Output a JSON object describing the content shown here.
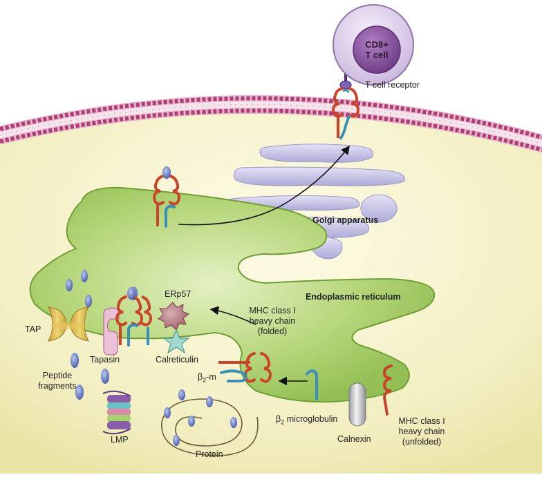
{
  "diagram": {
    "tcell": {
      "line1": "CD8+",
      "line2": "T cell"
    },
    "labels": {
      "tcell_receptor": "T cell receptor",
      "golgi": "Golgi apparatus",
      "er": "Endoplasmic reticulum",
      "erp57": "ERp57",
      "tap": "TAP",
      "tapasin": "Tapasin",
      "calreticulin": "Calreticulin",
      "peptide_line1": "Peptide",
      "peptide_line2": "fragments",
      "lmp": "LMP",
      "protein": "Protein",
      "b2m_short_base": "β",
      "b2m_short_sub": "2",
      "b2m_short_tail": "-m",
      "b2_base": "β",
      "b2_sub": "2",
      "b2_tail": " microglobulin",
      "calnexin": "Calnexin",
      "mhc_folded": [
        "MHC class I",
        "heavy chain",
        "(folded)"
      ],
      "mhc_unfolded": [
        "MHC class I",
        "heavy chain",
        "(unfolded)"
      ]
    }
  }
}
